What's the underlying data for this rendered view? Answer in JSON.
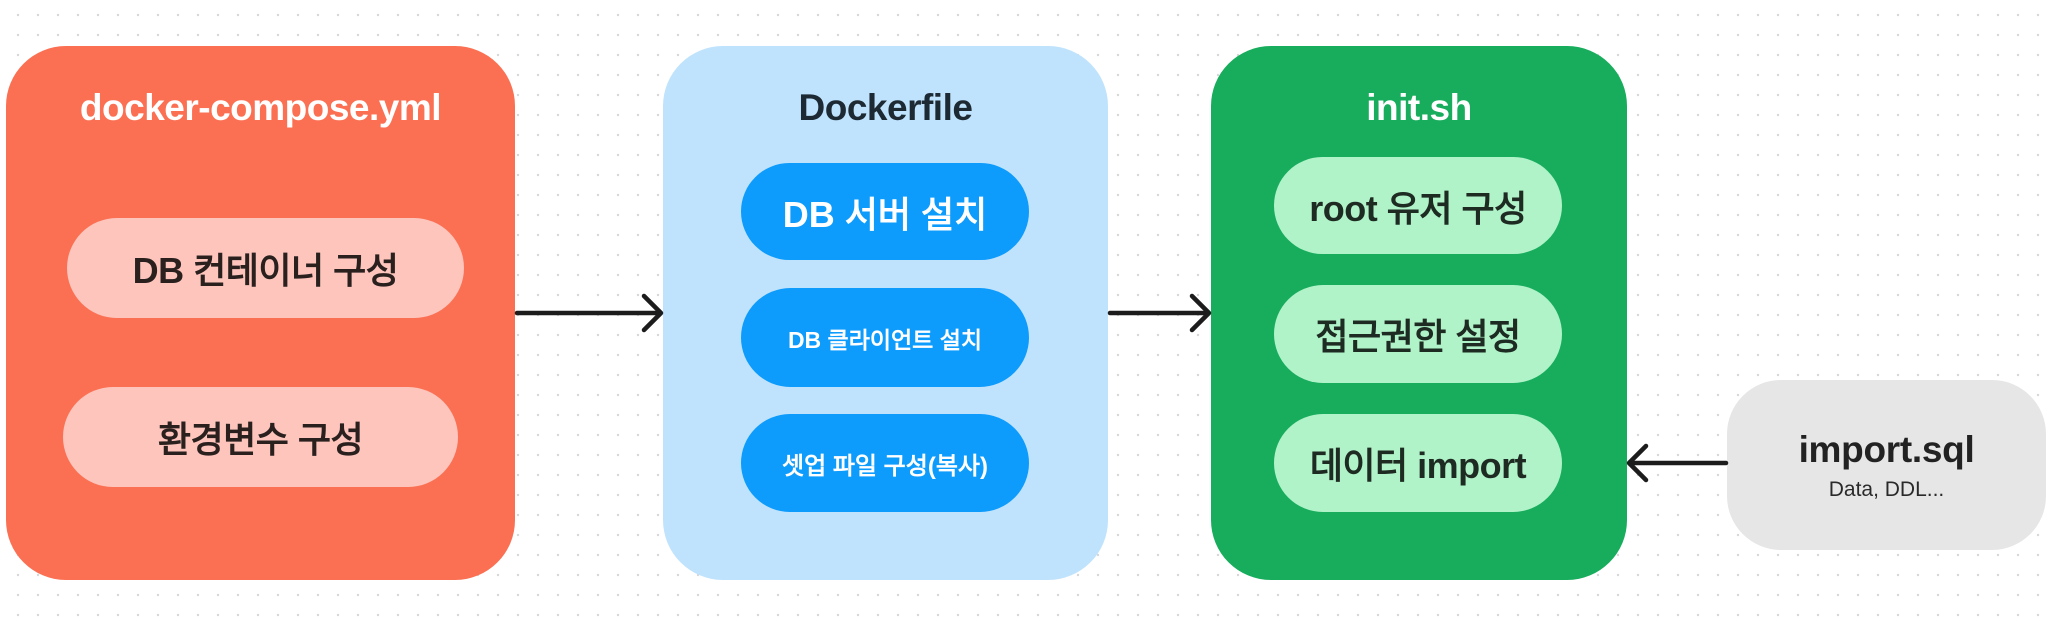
{
  "nodes": {
    "compose": {
      "title": "docker-compose.yml",
      "color": "#fb7052",
      "items": [
        "DB 컨테이너 구성",
        "환경변수 구성"
      ]
    },
    "dockerfile": {
      "title": "Dockerfile",
      "color": "#bfe3fd",
      "items": [
        "DB 서버 설치",
        "DB 클라이언트 설치",
        "셋업 파일 구성(복사)"
      ]
    },
    "init": {
      "title": "init.sh",
      "color": "#17ad5c",
      "items": [
        "root 유저 구성",
        "접근권한 설정",
        "데이터 import"
      ]
    },
    "import": {
      "title": "import.sql",
      "subtitle": "Data, DDL...",
      "color": "#e6e6e6"
    }
  },
  "edges": [
    {
      "from": "docker-compose.yml",
      "to": "Dockerfile"
    },
    {
      "from": "Dockerfile",
      "to": "init.sh"
    },
    {
      "from": "import.sql",
      "to": "init.sh"
    }
  ]
}
